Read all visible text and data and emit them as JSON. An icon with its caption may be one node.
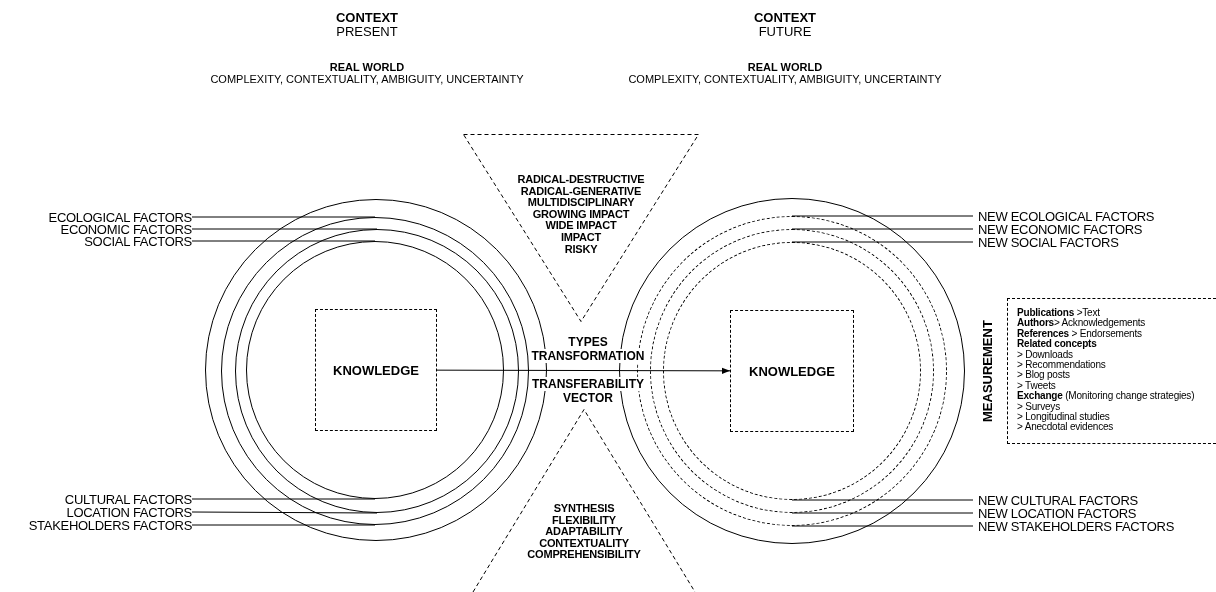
{
  "diagram": {
    "nodes": [
      {
        "text": [
          "ECOLOGICAL FACTORS"
        ]
      },
      {
        "text": [
          "ECONOMIC FACTORS"
        ]
      },
      {
        "text": [
          "SOCIAL FACTORS"
        ]
      },
      {
        "text": [
          "RADICAL-DESTRUCTIVE",
          "RADICAL-GENERATIVE",
          "MULTIDISCIPLINARY",
          "GROWING IMPACT",
          "WIDE IMPACT",
          "IMPACT",
          "RISKY"
        ]
      },
      {
        "text": [],
        "shape": "circle"
      },
      {
        "text": [],
        "shape": "circle",
        "in": 4
      },
      {
        "text": [],
        "shape": "circle",
        "in": 5
      },
      {
        "text": [],
        "shape": "circle",
        "in": 6
      },
      {
        "text": [
          "KNOWLEDGE"
        ],
        "in": 7
      },
      {
        "text": [],
        "shape": "circle"
      },
      {
        "text": [],
        "shape": "circle",
        "in": 9
      },
      {
        "text": [],
        "shape": "circle",
        "in": 10
      },
      {
        "text": [],
        "shape": "circle",
        "in": 11
      },
      {
        "text": [
          "KNOWLEDGE"
        ],
        "in": 12
      },
      {
        "text": [
          "NEW ECOLOGICAL FACTORS"
        ]
      },
      {
        "text": [
          "NEW ECONOMIC FACTORS"
        ]
      },
      {
        "text": [
          "NEW SOCIAL FACTORS"
        ]
      },
      {
        "text": [
          "MEASUREMENT",
          "**Publications** >Text",
          "**Authors**> Acknowledgements",
          "**References** > Endorsements",
          "**Related concepts**",
          "> Downloads",
          "> Recommendations",
          "> Blog posts",
          "> Tweets",
          "**Exchange** (Monitoring change strategies)",
          "> Surveys",
          "> Longitudinal studies",
          "> Anecdotal evidences"
        ]
      },
      {
        "text": [
          "CULTURAL FACTORS"
        ]
      },
      {
        "text": [
          "LOCATION FACTORS"
        ]
      },
      {
        "text": [
          "STAKEHOLDERS FACTORS"
        ]
      },
      {
        "text": [
          "SYNTHESIS",
          "FLEXIBILITY",
          "ADAPTABILITY",
          "CONTEXTUALITY",
          "COMPREHENSIBILITY"
        ]
      },
      {
        "text": [
          "NEW CULTURAL FACTORS"
        ]
      },
      {
        "text": [
          "NEW LOCATION FACTORS"
        ]
      },
      {
        "text": [
          "NEW STAKEHOLDERS FACTORS"
        ]
      }
    ],
    "edges": [
      {
        "from": 0,
        "to": 5,
        "arrow": "none"
      },
      {
        "from": 1,
        "to": 6,
        "arrow": "none"
      },
      {
        "from": 2,
        "to": 7,
        "arrow": "none"
      },
      {
        "from": 18,
        "to": 7,
        "arrow": "none"
      },
      {
        "from": 19,
        "to": 6,
        "arrow": "none"
      },
      {
        "from": 20,
        "to": 5,
        "arrow": "none"
      },
      {
        "from": 14,
        "to": 10,
        "arrow": "none"
      },
      {
        "from": 15,
        "to": 11,
        "arrow": "none"
      },
      {
        "from": 16,
        "to": 12,
        "arrow": "none"
      },
      {
        "from": 22,
        "to": 12,
        "arrow": "none"
      },
      {
        "from": 23,
        "to": 11,
        "arrow": "none"
      },
      {
        "from": 24,
        "to": 10,
        "arrow": "none"
      },
      {
        "from": 8,
        "to": 13,
        "arrow": "to"
      }
    ],
    "labels": [
      "CONTEXT",
      "CONTEXT",
      "PRESENT",
      "FUTURE",
      "REAL WORLD",
      "REAL WORLD",
      "COMPLEXITY, CONTEXTUALITY, AMBIGUITY, UNCERTAINTY",
      "COMPLEXITY, CONTEXTUALITY, AMBIGUITY, UNCERTAINTY",
      "TYPES",
      "TRANSFORMATION",
      "TRANSFERABILITY",
      "VECTOR"
    ]
  }
}
